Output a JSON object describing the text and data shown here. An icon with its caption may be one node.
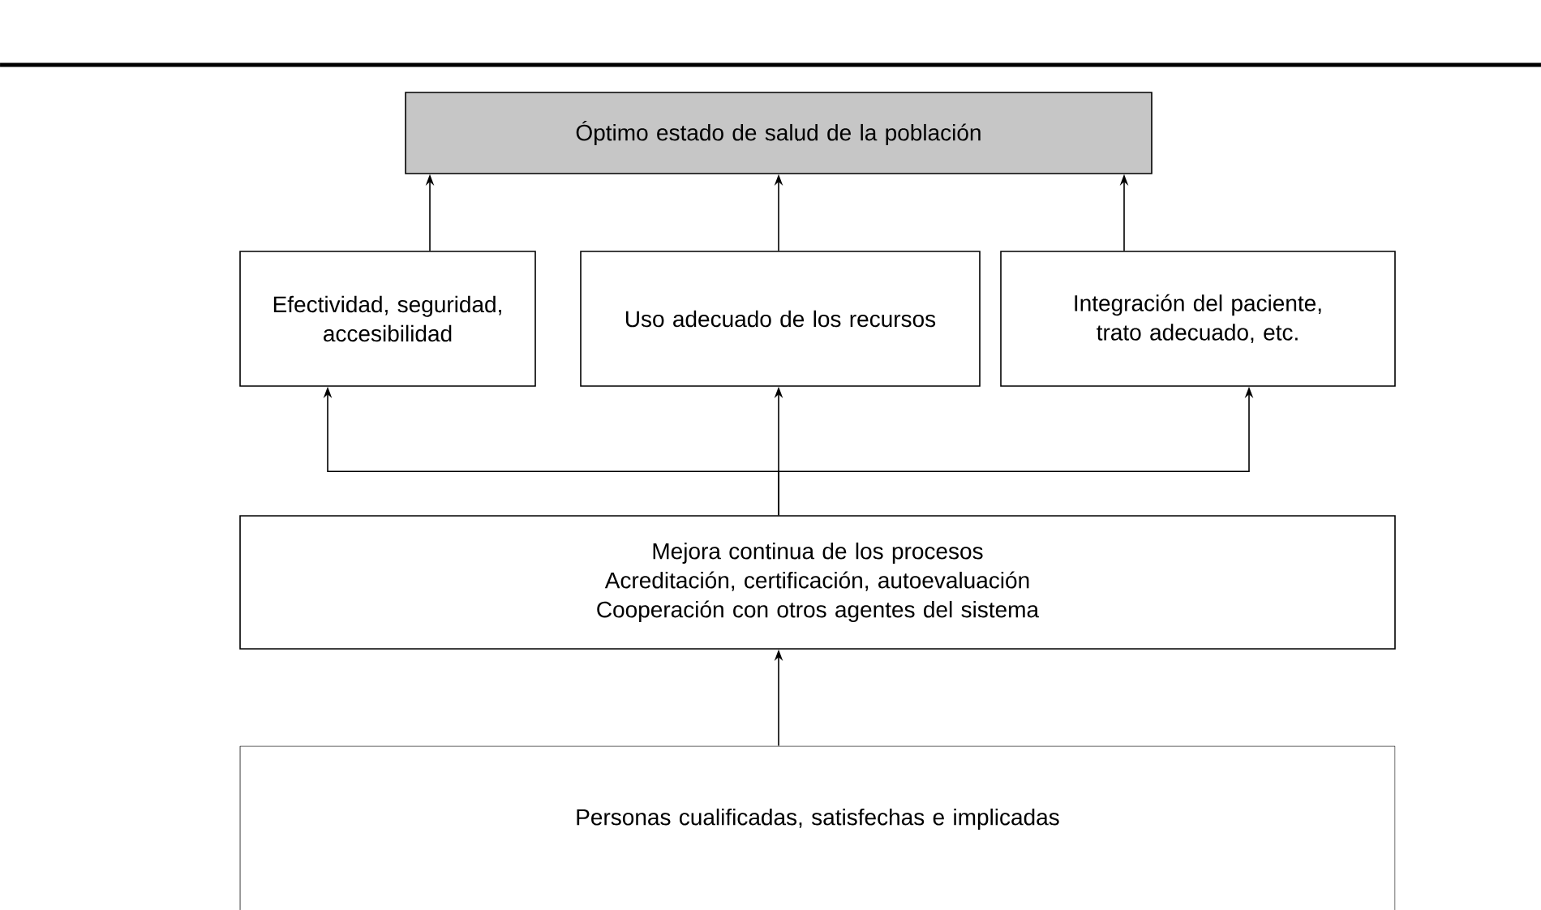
{
  "diagram": {
    "nodes": [
      {
        "text": [
          "Óptimo estado de salud de la población"
        ]
      },
      {
        "text": [
          "Efectividad, seguridad, accesibilidad"
        ]
      },
      {
        "text": [
          "Uso adecuado de los recursos"
        ]
      },
      {
        "text": [
          "Integración del paciente, trato adecuado, etc."
        ]
      },
      {
        "text": [
          "Mejora continua de los procesos",
          "Acreditación, certificación, autoevaluación",
          "Cooperación con otros agentes del sistema"
        ]
      },
      {
        "text": [
          "Personas cualificadas, satisfechas e implicadas"
        ]
      }
    ],
    "edges": [
      {
        "from": 1,
        "to": 0,
        "arrow": "to"
      },
      {
        "from": 2,
        "to": 0,
        "arrow": "to"
      },
      {
        "from": 3,
        "to": 0,
        "arrow": "to"
      },
      {
        "from": 4,
        "to": 1,
        "arrow": "to"
      },
      {
        "from": 4,
        "to": 2,
        "arrow": "to"
      },
      {
        "from": 4,
        "to": 3,
        "arrow": "to"
      },
      {
        "from": 5,
        "to": 4,
        "arrow": "to"
      }
    ]
  }
}
